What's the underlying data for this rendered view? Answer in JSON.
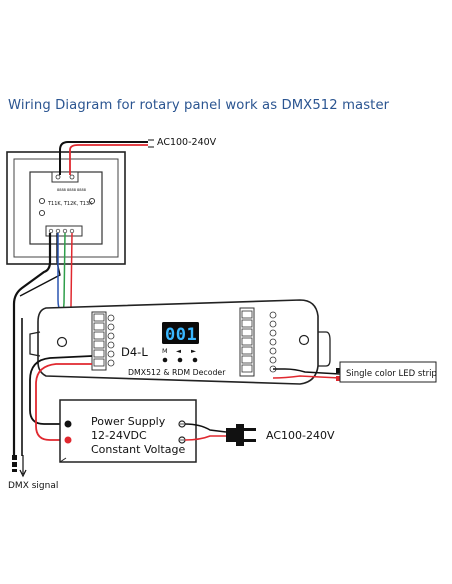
{
  "diagram": {
    "title": "Wiring Diagram for rotary panel work as DMX512 master",
    "panel": {
      "ac_label": "AC100-240V",
      "model_text": "T11K, T12K, T13K",
      "small_text": "8888 8888 8888"
    },
    "decoder": {
      "model": "D4-L",
      "display": "001",
      "buttons": [
        "M",
        "◄",
        "►"
      ],
      "name": "DMX512 & RDM Decoder"
    },
    "power_supply": {
      "line1": "Power Supply",
      "line2": "12-24VDC",
      "line3": "Constant Voltage",
      "ac_label": "AC100-240V"
    },
    "led_strip_label": "Single color LED strip",
    "dmx_label": "DMX signal",
    "colors": {
      "title": "#2b5591",
      "wire_red": "#e0282f",
      "wire_green": "#2e9e4a",
      "wire_blue": "#2a55b0",
      "wire_black": "#111111",
      "display_bg": "#0b0b0b",
      "display_digits": "#3ab7ff"
    }
  }
}
